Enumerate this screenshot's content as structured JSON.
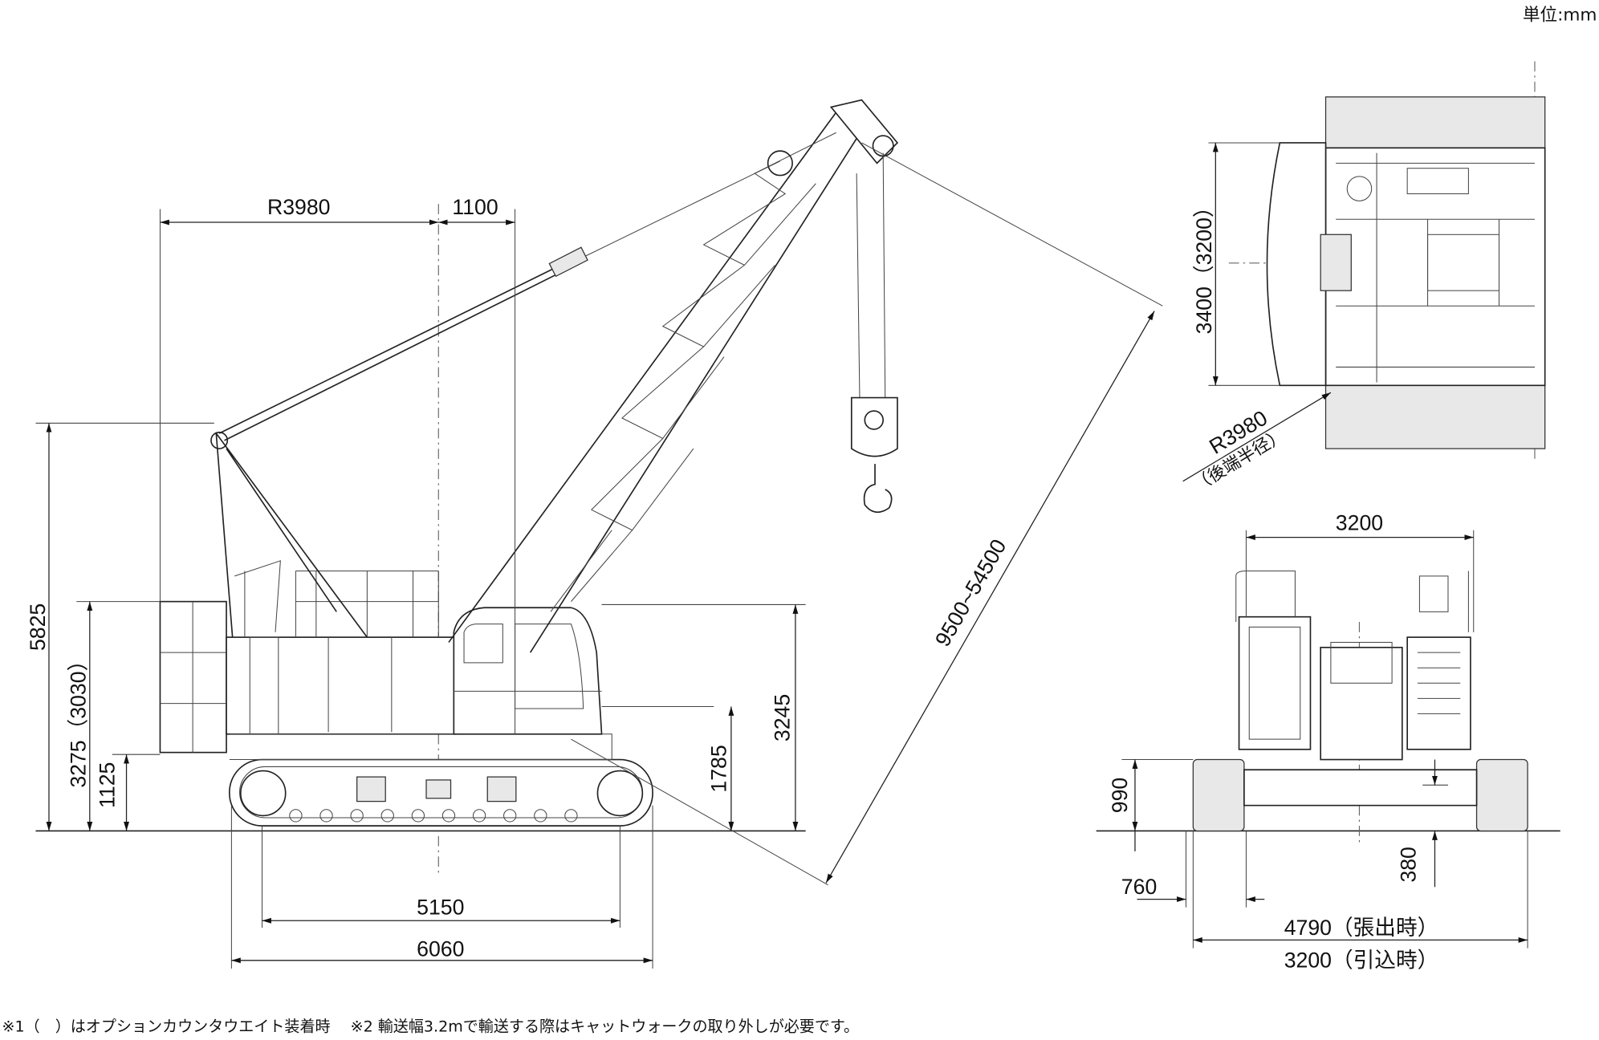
{
  "unit_label": "単位:mm",
  "side_view": {
    "dims": {
      "tail_radius": "R3980",
      "offset": "1100",
      "overall_height": "5825",
      "cw_height": "3275（3030）",
      "cw_clearance": "1125",
      "cab_floor": "1785",
      "cab_height": "3245",
      "tumbler_center": "5150",
      "track_length": "6060",
      "boom_length": "9500~54500"
    }
  },
  "top_view": {
    "dims": {
      "width": "3400（3200）",
      "tail_radius": "R3980",
      "tail_radius_note": "（後端半径）"
    }
  },
  "front_view": {
    "dims": {
      "upper_width": "3200",
      "height": "990",
      "shoe_width": "760",
      "ground_clearance": "380",
      "extended_width": "4790（張出時）",
      "retracted_width": "3200（引込時）"
    }
  },
  "footnote": "※1（　）はオプションカウンタウエイト装着時　 ※2 輸送幅3.2mで輸送する際はキャットウォークの取り外しが必要です。"
}
